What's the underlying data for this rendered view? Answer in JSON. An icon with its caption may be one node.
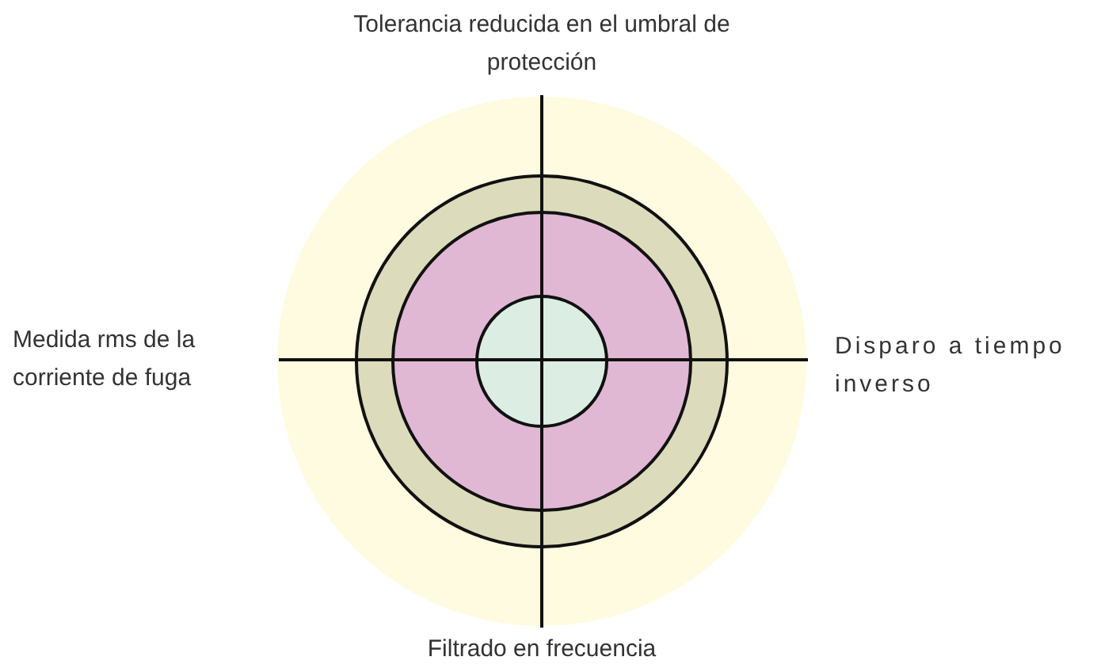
{
  "diagram": {
    "labels": [
      "Tolerancia reducida en el umbral de protección",
      "Medida rms de la corriente de fuga",
      "Disparo a tiempo inverso",
      "Filtrado en frecuencia"
    ]
  }
}
